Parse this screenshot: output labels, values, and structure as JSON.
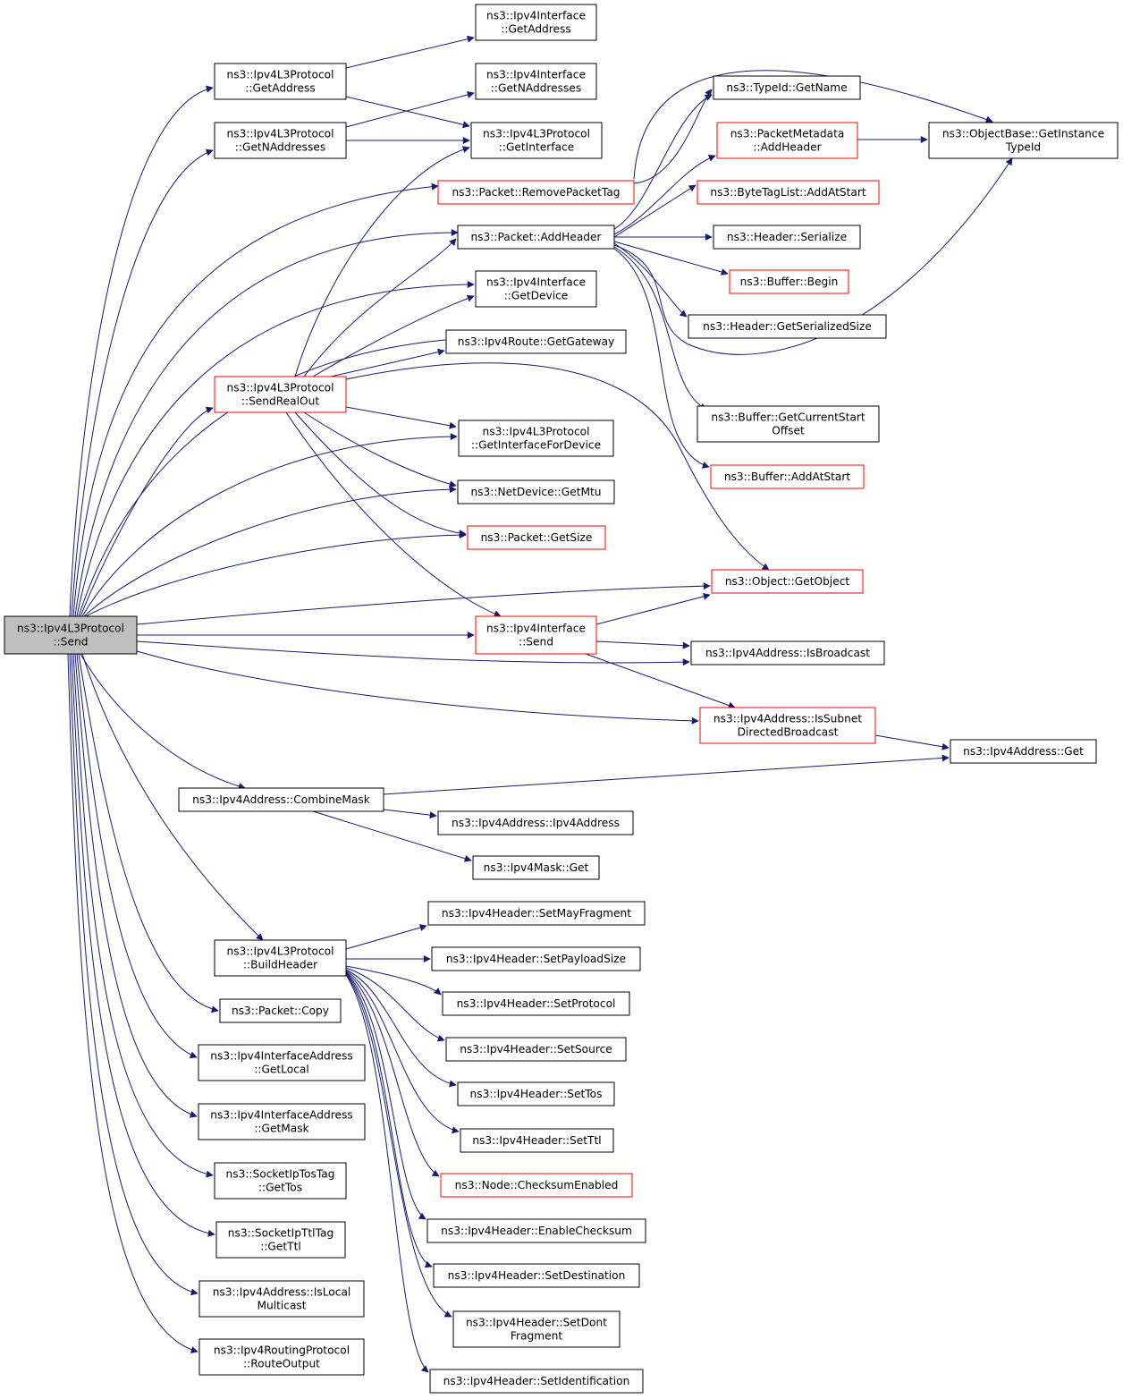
{
  "graph": {
    "nodes": [
      {
        "id": "root",
        "lines": [
          "ns3::Ipv4L3Protocol",
          "::Send"
        ],
        "style": "root"
      },
      {
        "id": "ipv4if_getaddress",
        "lines": [
          "ns3::Ipv4Interface",
          "::GetAddress"
        ],
        "style": "black"
      },
      {
        "id": "l3_getaddress",
        "lines": [
          "ns3::Ipv4L3Protocol",
          "::GetAddress"
        ],
        "style": "black"
      },
      {
        "id": "ipv4if_getnaddresses",
        "lines": [
          "ns3::Ipv4Interface",
          "::GetNAddresses"
        ],
        "style": "black"
      },
      {
        "id": "l3_getnaddresses",
        "lines": [
          "ns3::Ipv4L3Protocol",
          "::GetNAddresses"
        ],
        "style": "black"
      },
      {
        "id": "l3_getinterface",
        "lines": [
          "ns3::Ipv4L3Protocol",
          "::GetInterface"
        ],
        "style": "black"
      },
      {
        "id": "typeid_getname",
        "lines": [
          "ns3::TypeId::GetName"
        ],
        "style": "black"
      },
      {
        "id": "pktmeta_addheader",
        "lines": [
          "ns3::PacketMetadata",
          "::AddHeader"
        ],
        "style": "red"
      },
      {
        "id": "objectbase_getinstance",
        "lines": [
          "ns3::ObjectBase::GetInstance",
          "TypeId"
        ],
        "style": "black"
      },
      {
        "id": "packet_removetag",
        "lines": [
          "ns3::Packet::RemovePacketTag"
        ],
        "style": "red"
      },
      {
        "id": "bytetag_addatstart",
        "lines": [
          "ns3::ByteTagList::AddAtStart"
        ],
        "style": "red"
      },
      {
        "id": "packet_addheader",
        "lines": [
          "ns3::Packet::AddHeader"
        ],
        "style": "black"
      },
      {
        "id": "header_serialize",
        "lines": [
          "ns3::Header::Serialize"
        ],
        "style": "black"
      },
      {
        "id": "ipv4if_getdevice",
        "lines": [
          "ns3::Ipv4Interface",
          "::GetDevice"
        ],
        "style": "black"
      },
      {
        "id": "buffer_begin",
        "lines": [
          "ns3::Buffer::Begin"
        ],
        "style": "red"
      },
      {
        "id": "header_getsize",
        "lines": [
          "ns3::Header::GetSerializedSize"
        ],
        "style": "black"
      },
      {
        "id": "route_getgateway",
        "lines": [
          "ns3::Ipv4Route::GetGateway"
        ],
        "style": "black"
      },
      {
        "id": "l3_sendrealout",
        "lines": [
          "ns3::Ipv4L3Protocol",
          "::SendRealOut"
        ],
        "style": "red"
      },
      {
        "id": "buffer_getcurrentstart",
        "lines": [
          "ns3::Buffer::GetCurrentStart",
          "Offset"
        ],
        "style": "black"
      },
      {
        "id": "l3_getiffordevice",
        "lines": [
          "ns3::Ipv4L3Protocol",
          "::GetInterfaceForDevice"
        ],
        "style": "black"
      },
      {
        "id": "buffer_addatstart",
        "lines": [
          "ns3::Buffer::AddAtStart"
        ],
        "style": "red"
      },
      {
        "id": "netdevice_getmtu",
        "lines": [
          "ns3::NetDevice::GetMtu"
        ],
        "style": "black"
      },
      {
        "id": "packet_getsize",
        "lines": [
          "ns3::Packet::GetSize"
        ],
        "style": "red"
      },
      {
        "id": "object_getobject",
        "lines": [
          "ns3::Object::GetObject"
        ],
        "style": "red"
      },
      {
        "id": "ipv4if_send",
        "lines": [
          "ns3::Ipv4Interface",
          "::Send"
        ],
        "style": "red"
      },
      {
        "id": "addr_isbroadcast",
        "lines": [
          "ns3::Ipv4Address::IsBroadcast"
        ],
        "style": "black"
      },
      {
        "id": "addr_issubnet",
        "lines": [
          "ns3::Ipv4Address::IsSubnet",
          "DirectedBroadcast"
        ],
        "style": "red"
      },
      {
        "id": "addr_get",
        "lines": [
          "ns3::Ipv4Address::Get"
        ],
        "style": "black"
      },
      {
        "id": "addr_combinemask",
        "lines": [
          "ns3::Ipv4Address::CombineMask"
        ],
        "style": "black"
      },
      {
        "id": "addr_ctor",
        "lines": [
          "ns3::Ipv4Address::Ipv4Address"
        ],
        "style": "black"
      },
      {
        "id": "mask_get",
        "lines": [
          "ns3::Ipv4Mask::Get"
        ],
        "style": "black"
      },
      {
        "id": "hdr_setmayfrag",
        "lines": [
          "ns3::Ipv4Header::SetMayFragment"
        ],
        "style": "black"
      },
      {
        "id": "l3_buildheader",
        "lines": [
          "ns3::Ipv4L3Protocol",
          "::BuildHeader"
        ],
        "style": "black"
      },
      {
        "id": "hdr_setpayload",
        "lines": [
          "ns3::Ipv4Header::SetPayloadSize"
        ],
        "style": "black"
      },
      {
        "id": "hdr_setprotocol",
        "lines": [
          "ns3::Ipv4Header::SetProtocol"
        ],
        "style": "black"
      },
      {
        "id": "packet_copy",
        "lines": [
          "ns3::Packet::Copy"
        ],
        "style": "black"
      },
      {
        "id": "hdr_setsource",
        "lines": [
          "ns3::Ipv4Header::SetSource"
        ],
        "style": "black"
      },
      {
        "id": "ifaddr_getlocal",
        "lines": [
          "ns3::Ipv4InterfaceAddress",
          "::GetLocal"
        ],
        "style": "black"
      },
      {
        "id": "hdr_settos",
        "lines": [
          "ns3::Ipv4Header::SetTos"
        ],
        "style": "black"
      },
      {
        "id": "ifaddr_getmask",
        "lines": [
          "ns3::Ipv4InterfaceAddress",
          "::GetMask"
        ],
        "style": "black"
      },
      {
        "id": "hdr_setttl",
        "lines": [
          "ns3::Ipv4Header::SetTtl"
        ],
        "style": "black"
      },
      {
        "id": "sockettos_gettos",
        "lines": [
          "ns3::SocketIpTosTag",
          "::GetTos"
        ],
        "style": "black"
      },
      {
        "id": "node_checksum",
        "lines": [
          "ns3::Node::ChecksumEnabled"
        ],
        "style": "red"
      },
      {
        "id": "socketttl_getttl",
        "lines": [
          "ns3::SocketIpTtlTag",
          "::GetTtl"
        ],
        "style": "black"
      },
      {
        "id": "hdr_enablechecksum",
        "lines": [
          "ns3::Ipv4Header::EnableChecksum"
        ],
        "style": "black"
      },
      {
        "id": "addr_islocalmc",
        "lines": [
          "ns3::Ipv4Address::IsLocal",
          "Multicast"
        ],
        "style": "black"
      },
      {
        "id": "hdr_setdest",
        "lines": [
          "ns3::Ipv4Header::SetDestination"
        ],
        "style": "black"
      },
      {
        "id": "hdr_setdontfrag",
        "lines": [
          "ns3::Ipv4Header::SetDont",
          "Fragment"
        ],
        "style": "black"
      },
      {
        "id": "routing_routeoutput",
        "lines": [
          "ns3::Ipv4RoutingProtocol",
          "::RouteOutput"
        ],
        "style": "black"
      },
      {
        "id": "hdr_setident",
        "lines": [
          "ns3::Ipv4Header::SetIdentification"
        ],
        "style": "black"
      }
    ]
  }
}
